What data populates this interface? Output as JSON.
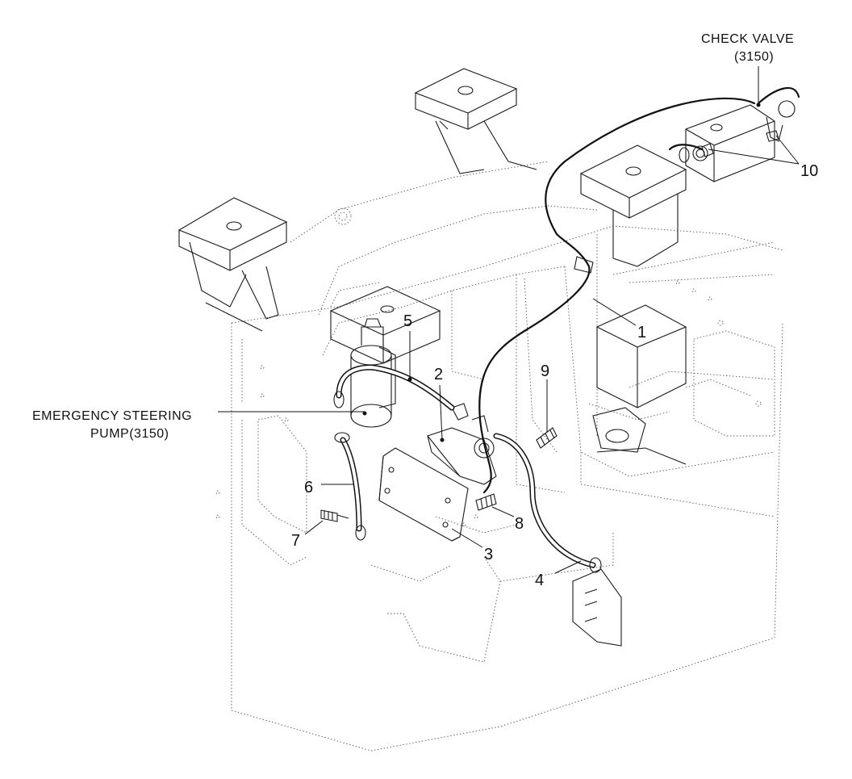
{
  "callouts": {
    "c1": "1",
    "c2": "2",
    "c3": "3",
    "c4": "4",
    "c5": "5",
    "c6": "6",
    "c7": "7",
    "c8": "8",
    "c9": "9",
    "c10": "10"
  },
  "labels": {
    "check_valve_line1": "CHECK VALVE",
    "check_valve_line2": "(3150)",
    "pump_line1": "EMERGENCY STEERING",
    "pump_line2": "PUMP(3150)"
  }
}
